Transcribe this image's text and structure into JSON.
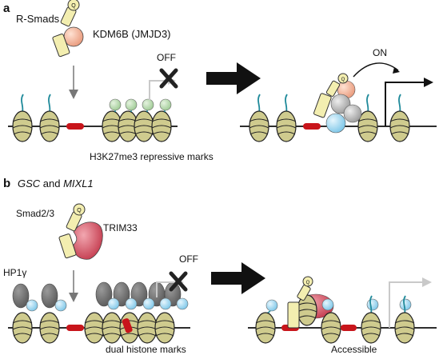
{
  "panel_a": {
    "letter": "a",
    "smad_label": "R-Smads",
    "enzyme_label": "KDM6B (JMJD3)",
    "off_label": "OFF",
    "on_label": "ON",
    "marks_label": "H3K27me3 repressive marks"
  },
  "panel_b": {
    "letter": "b",
    "genes_italic_1": "GSC",
    "genes_and": " and ",
    "genes_italic_2": "MIXL1",
    "smad_label": "Smad2/3",
    "enzyme_label": "TRIM33",
    "hp1_label": "HP1γ",
    "off_label": "OFF",
    "marks_label": "dual histone marks",
    "result_label": "Accessible"
  },
  "smad_icon_letter": "Q",
  "colors": {
    "nucleosome": "#cfcb8e",
    "dna_tail": "#1f8a9a",
    "enhancer": "#c8151b",
    "smad": "#f3eeb0",
    "kdm6b": "#f0b298",
    "h3k27me3": "#b9dbb1",
    "grey_protein": "#b3b3b3",
    "blue_protein": "#a9dcf2",
    "trim33": "#cf4c5d",
    "hp1": "#6b6b6b",
    "arrow_grey": "#c9c9c9"
  }
}
